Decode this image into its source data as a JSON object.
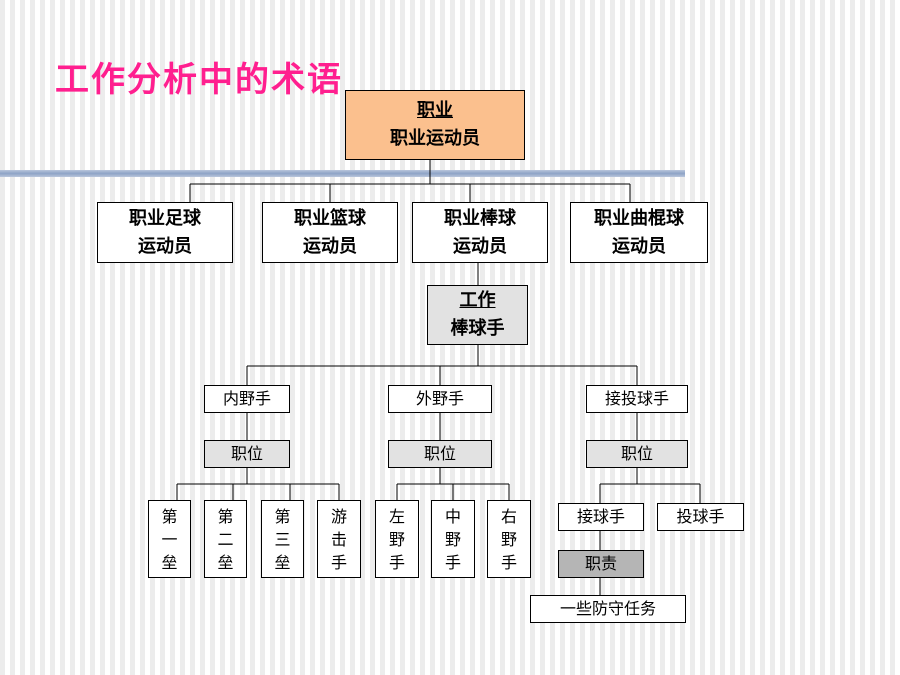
{
  "title": "工作分析中的术语",
  "colors": {
    "title": "#ff1f8f",
    "root_fill": "#fbc08e",
    "position_fill": "#e2e2e2",
    "duty_fill": "#b5b5b5"
  },
  "root": {
    "line1": "职业",
    "line2": "职业运动员"
  },
  "occupations": [
    {
      "line1": "职业足球",
      "line2": "运动员"
    },
    {
      "line1": "职业篮球",
      "line2": "运动员"
    },
    {
      "line1": "职业棒球",
      "line2": "运动员"
    },
    {
      "line1": "职业曲棍球",
      "line2": "运动员"
    }
  ],
  "job": {
    "line1": "工作",
    "line2": "棒球手"
  },
  "groups": [
    {
      "label": "内野手",
      "position": "职位",
      "roles": [
        [
          "第",
          "一",
          "垒"
        ],
        [
          "第",
          "二",
          "垒"
        ],
        [
          "第",
          "三",
          "垒"
        ],
        [
          "游",
          "击",
          "手"
        ]
      ]
    },
    {
      "label": "外野手",
      "position": "职位",
      "roles": [
        [
          "左",
          "野",
          "手"
        ],
        [
          "中",
          "野",
          "手"
        ],
        [
          "右",
          "野",
          "手"
        ]
      ]
    },
    {
      "label": "接投球手",
      "position": "职位",
      "roles": [
        "接球手",
        "投球手"
      ]
    }
  ],
  "duty": "职责",
  "task": "一些防守任务"
}
